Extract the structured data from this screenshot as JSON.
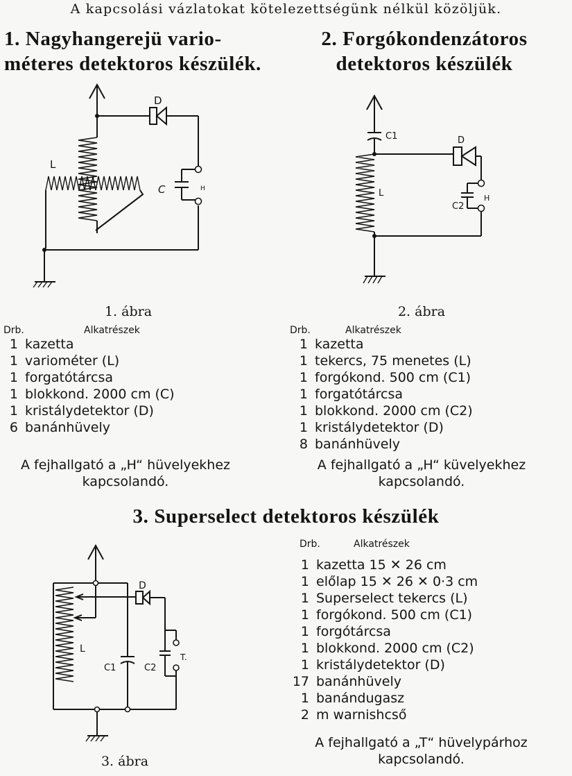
{
  "header": {
    "note": "A kapcsolási vázlatokat kötelezettségünk nélkül közöljük."
  },
  "section1": {
    "title_line1": "1. Nagyhangerejü vario-",
    "title_line2": "méteres detektoros készülék.",
    "caption": "1. ábra",
    "labels": {
      "L": "L",
      "D": "D",
      "C": "C",
      "H": "H"
    },
    "col_qty": "Drb.",
    "col_parts": "Alkatrészek",
    "parts": [
      {
        "qty": "1",
        "name": "kazetta"
      },
      {
        "qty": "1",
        "name": "variométer (L)"
      },
      {
        "qty": "1",
        "name": "forgatótárcsa"
      },
      {
        "qty": "1",
        "name": "blokkond. 2000 cm (C)"
      },
      {
        "qty": "1",
        "name": "kristálydetektor (D)"
      },
      {
        "qty": "6",
        "name": "banánhüvely"
      }
    ],
    "note_line1": "A fejhallgató a „H“ hüvelyekhez",
    "note_line2": "kapcsolandó."
  },
  "section2": {
    "title_line1": "2. Forgókondenzátoros",
    "title_line2": "detektoros készülék",
    "caption": "2. ábra",
    "labels": {
      "C1": "C1",
      "D": "D",
      "L": "L",
      "C2": "C2",
      "H": "H"
    },
    "col_qty": "Drb.",
    "col_parts": "Alkatrészek",
    "parts": [
      {
        "qty": "1",
        "name": "kazetta"
      },
      {
        "qty": "1",
        "name": "tekercs, 75 menetes (L)"
      },
      {
        "qty": "1",
        "name": "forgókond. 500 cm (C1)"
      },
      {
        "qty": "1",
        "name": "forgatótárcsa"
      },
      {
        "qty": "1",
        "name": "blokkond. 2000 cm (C2)"
      },
      {
        "qty": "1",
        "name": "kristálydetektor (D)"
      },
      {
        "qty": "8",
        "name": "banánhüvely"
      }
    ],
    "note_line1": "A fejhallgató a „H“ küvelyekhez",
    "note_line2": "kapcsolandó."
  },
  "section3": {
    "title": "3. Superselect detektoros készülék",
    "caption": "3. ábra",
    "labels": {
      "D": "D",
      "L": "L",
      "C1": "C1",
      "C2": "C2",
      "T": "T."
    },
    "col_qty": "Drb.",
    "col_parts": "Alkatrészek",
    "parts": [
      {
        "qty": "1",
        "name": "kazetta 15 ✕ 26 cm"
      },
      {
        "qty": "1",
        "name": "előlap 15 ✕ 26 ✕ 0·3 cm"
      },
      {
        "qty": "1",
        "name": "Superselect tekercs (L)"
      },
      {
        "qty": "1",
        "name": "forgókond. 500 cm (C1)"
      },
      {
        "qty": "1",
        "name": "forgótárcsa"
      },
      {
        "qty": "1",
        "name": "blokkond. 2000 cm (C2)"
      },
      {
        "qty": "1",
        "name": "kristálydetektor (D)"
      },
      {
        "qty": "17",
        "name": "banánhüvely"
      },
      {
        "qty": "1",
        "name": "banándugasz"
      },
      {
        "qty": "2",
        "name": "m warnishcső"
      }
    ],
    "note_line1": "A fejhallgató a „T“ hüvelypárhoz",
    "note_line2": "kapcsolandó."
  }
}
